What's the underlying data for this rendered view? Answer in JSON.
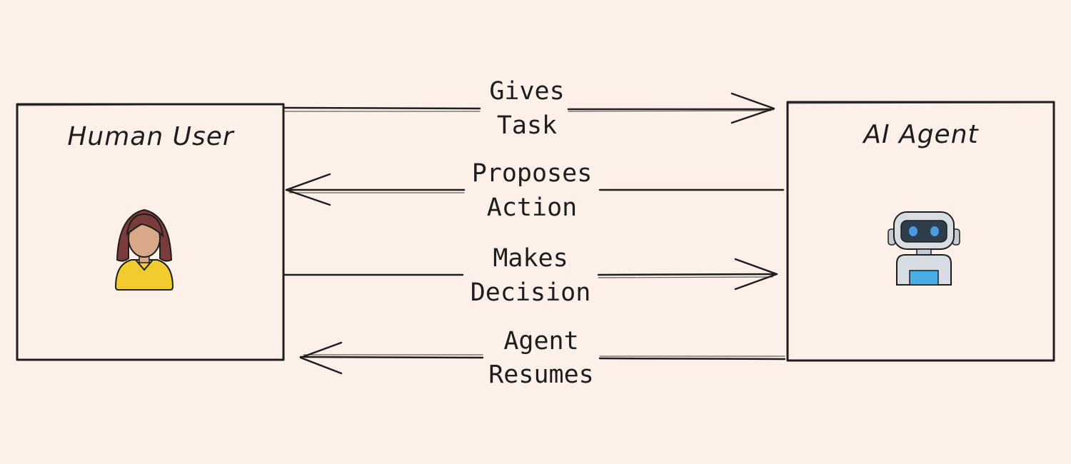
{
  "diagram": {
    "nodes": [
      {
        "id": "human",
        "label": "Human User",
        "icon": "woman-user-icon"
      },
      {
        "id": "agent",
        "label": "AI Agent",
        "icon": "robot-icon"
      }
    ],
    "edges": [
      {
        "from": "human",
        "to": "agent",
        "label_lines": [
          "Gives",
          "Task"
        ]
      },
      {
        "from": "agent",
        "to": "human",
        "label_lines": [
          "Proposes",
          "Action"
        ]
      },
      {
        "from": "human",
        "to": "agent",
        "label_lines": [
          "Makes",
          "Decision"
        ]
      },
      {
        "from": "agent",
        "to": "human",
        "label_lines": [
          "Agent",
          "Resumes"
        ]
      }
    ]
  },
  "colors": {
    "background": "#fdf0e8",
    "ink": "#1e1e1e",
    "hair": "#7a3b3b",
    "skin": "#d9a98a",
    "shirt": "#f2cc2e",
    "robot_body": "#d7dde2",
    "robot_visor": "#2f3d4a",
    "robot_eye": "#4a9be0",
    "robot_chest": "#4aaee6"
  }
}
